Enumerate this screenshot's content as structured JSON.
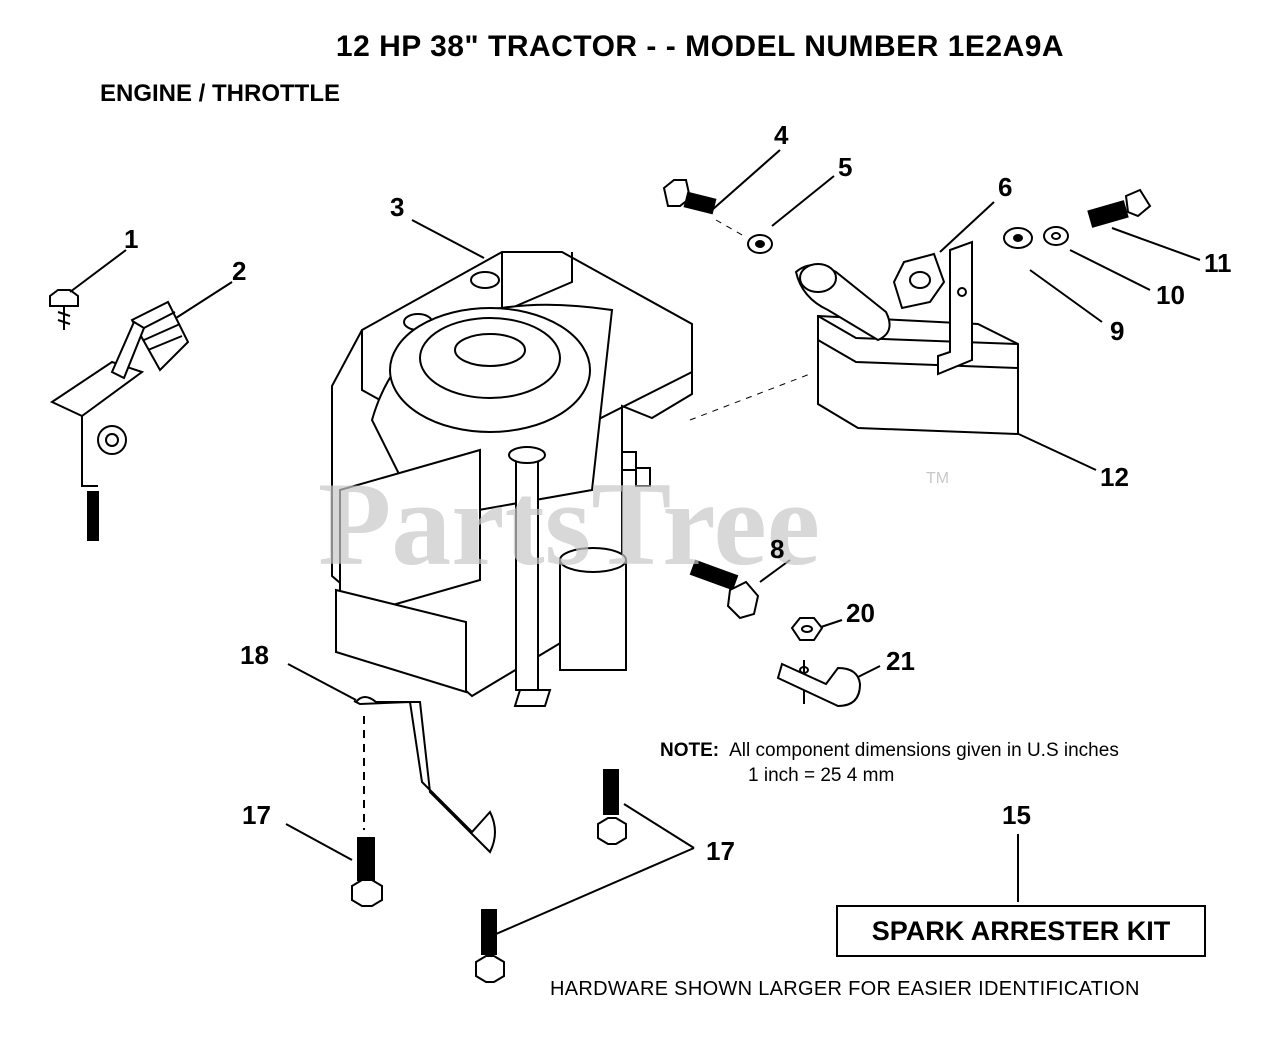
{
  "header": {
    "title": "12 HP 38\" TRACTOR - - MODEL NUMBER 1E2A9A",
    "subtitle": "ENGINE / THROTTLE"
  },
  "watermark": {
    "text": "PartsTree",
    "tm": "TM"
  },
  "callouts": {
    "c1": "1",
    "c2": "2",
    "c3": "3",
    "c4": "4",
    "c5": "5",
    "c6": "6",
    "c8": "8",
    "c9": "9",
    "c10": "10",
    "c11": "11",
    "c12": "12",
    "c15": "15",
    "c17a": "17",
    "c17b": "17",
    "c18": "18",
    "c20": "20",
    "c21": "21"
  },
  "note": {
    "label": "NOTE:",
    "line1": "All component dimensions given in U.S inches",
    "line2": "1 inch = 25 4 mm"
  },
  "kit": {
    "label": "SPARK ARRESTER KIT"
  },
  "footer": {
    "hardware": "HARDWARE SHOWN LARGER FOR EASIER IDENTIFICATION"
  },
  "colors": {
    "ink": "#000000",
    "watermark": "#c8c8c8"
  }
}
